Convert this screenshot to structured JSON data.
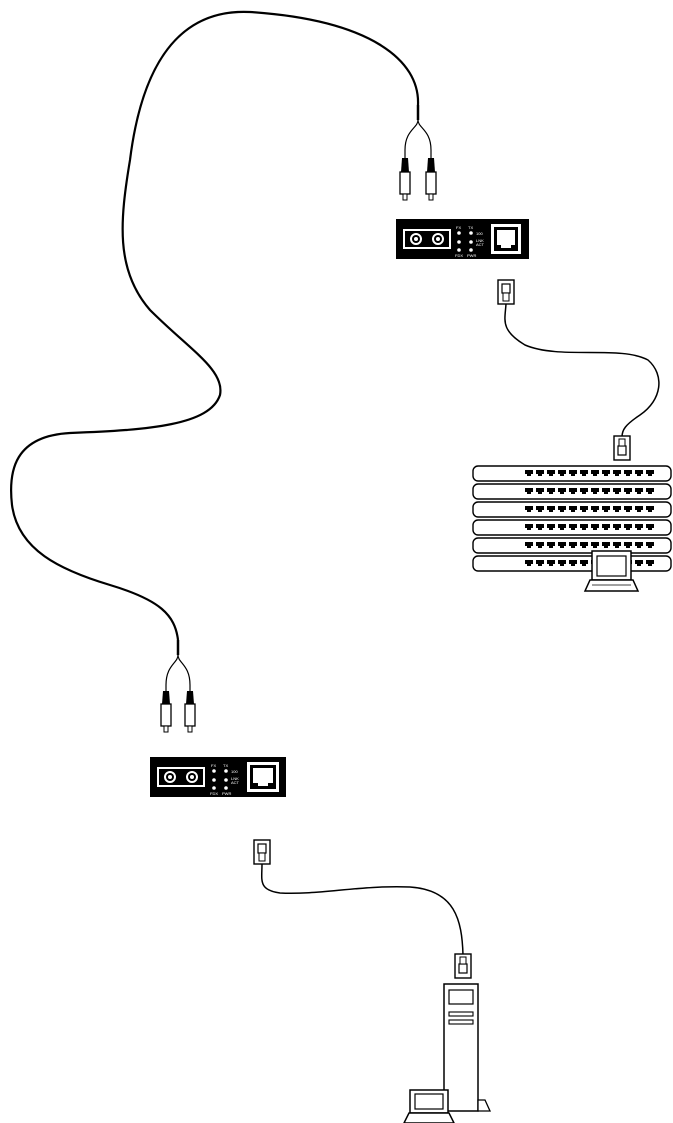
{
  "colors": {
    "background": "#ffffff",
    "line": "#000000",
    "device_body": "#000000",
    "device_label": "#ffffff"
  },
  "converter_top": {
    "led_labels": {
      "fx": "FX",
      "tx": "TX",
      "speed": "100",
      "link": "LNK",
      "act": "ACT",
      "fdx": "FDX",
      "pwr": "PWR"
    }
  },
  "converter_bottom": {
    "led_labels": {
      "fx": "FX",
      "tx": "TX",
      "speed": "100",
      "link": "LNK",
      "act": "ACT",
      "fdx": "FDX",
      "pwr": "PWR"
    }
  },
  "icons": {
    "fiber_connector": "fiber-connector-icon",
    "rj45_plug": "rj45-plug-icon",
    "switch": "switch-stack-icon",
    "laptop": "laptop-icon",
    "server": "server-tower-icon"
  }
}
